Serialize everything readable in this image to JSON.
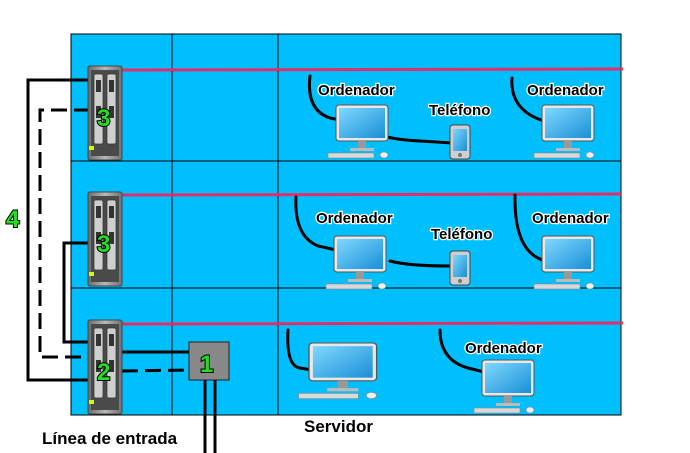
{
  "labels": {
    "ordenador": "Ordenador",
    "telefono": "Teléfono",
    "servidor": "Servidor",
    "linea_entrada": "Línea de entrada"
  },
  "numbers": {
    "n1": "1",
    "n2": "2",
    "n3": "3",
    "n4": "4"
  },
  "colors": {
    "floor_bg": "#00bfff",
    "pink_line": "#e0306a",
    "cable": "#000000",
    "number_fill": "#22dd22",
    "box_fill": "#888888"
  }
}
